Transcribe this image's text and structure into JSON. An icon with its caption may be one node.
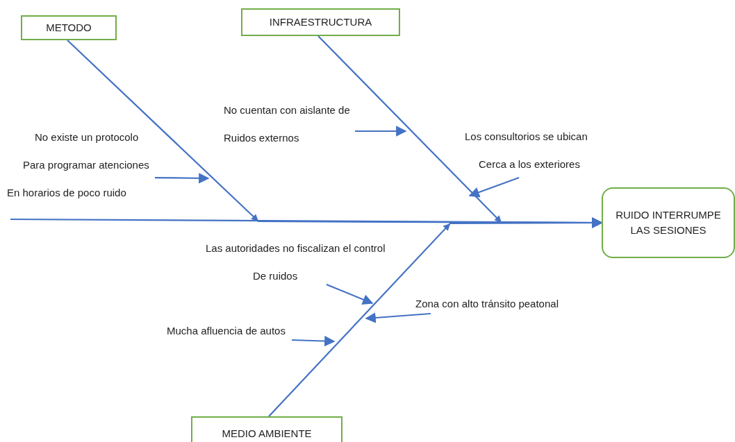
{
  "diagram": {
    "nodes": [
      {
        "text": [
          "METODO"
        ]
      },
      {
        "text": [
          "INFRAESTRUCTURA"
        ]
      },
      {
        "text": [
          "RUIDO INTERRUMPE LAS SESIONES"
        ]
      },
      {
        "text": [
          "MEDIO AMBIENTE"
        ]
      },
      {
        "text": [
          "No existe un protocolo",
          "Para programar atenciones",
          "En horarios de poco ruido"
        ]
      },
      {
        "text": [
          "No cuentan con aislante de",
          "Ruidos externos"
        ]
      },
      {
        "text": [
          "Los consultorios se ubican",
          "Cerca a los exteriores"
        ]
      },
      {
        "text": [
          "Las autoridades no fiscalizan el control",
          "De ruidos"
        ]
      },
      {
        "text": [
          "Zona con alto tránsito peatonal"
        ]
      },
      {
        "text": [
          "Mucha afluencia de autos"
        ]
      }
    ],
    "edges": [
      {
        "from": 0,
        "to": 2,
        "arrow": "to"
      },
      {
        "from": 1,
        "to": 2,
        "arrow": "to"
      },
      {
        "from": 3,
        "to": 2,
        "arrow": "to"
      },
      {
        "from": null,
        "to": 2,
        "arrow": "to"
      },
      {
        "from": 4,
        "to": null,
        "arrow": "to"
      },
      {
        "from": 5,
        "to": null,
        "arrow": "to"
      },
      {
        "from": 6,
        "to": null,
        "arrow": "to"
      },
      {
        "from": 7,
        "to": null,
        "arrow": "to"
      },
      {
        "from": 8,
        "to": null,
        "arrow": "to"
      },
      {
        "from": 9,
        "to": null,
        "arrow": "to"
      }
    ]
  }
}
